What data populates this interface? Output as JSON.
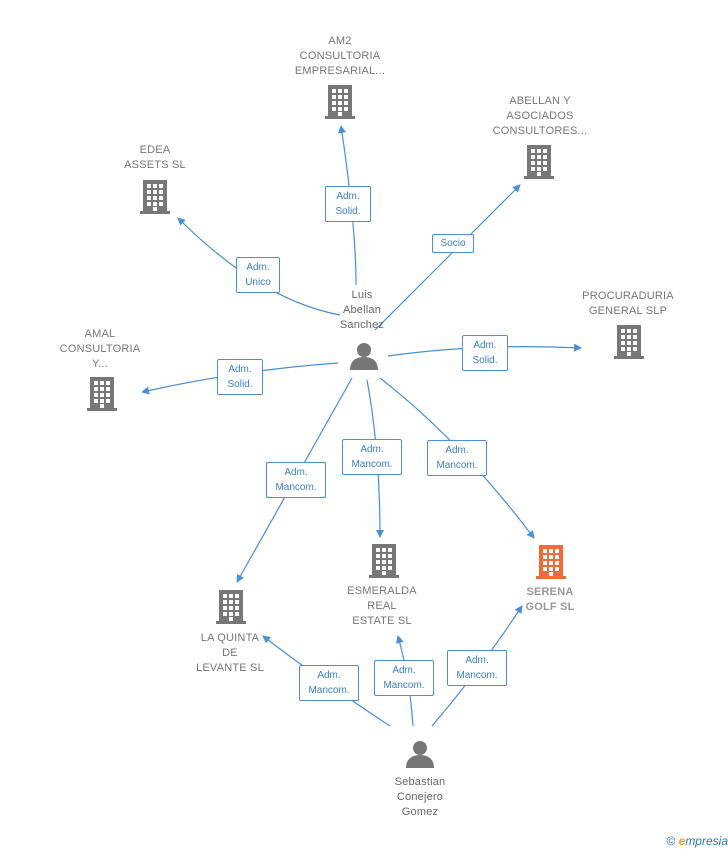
{
  "colors": {
    "edge": "#4a8fd9",
    "company": "#777777",
    "highlight": "#f26a35",
    "person": "#777777"
  },
  "nodes": {
    "luis": {
      "label": "Luis\nAbellan\nSanchez",
      "icon": "person-icon"
    },
    "sebastian": {
      "label": "Sebastian\nConejero\nGomez",
      "icon": "person-icon"
    },
    "am2": {
      "label": "AM2\nCONSULTORIA\nEMPRESARIAL...",
      "icon": "building-icon"
    },
    "abellan": {
      "label": "ABELLAN Y\nASOCIADOS\nCONSULTORES...",
      "icon": "building-icon"
    },
    "edea": {
      "label": "EDEA\nASSETS  SL",
      "icon": "building-icon"
    },
    "procuraduria": {
      "label": "PROCURADURIA\nGENERAL SLP",
      "icon": "building-icon"
    },
    "amal": {
      "label": "AMAL\nCONSULTORIA\nY...",
      "icon": "building-icon"
    },
    "esmeralda": {
      "label": "ESMERALDA\nREAL\nESTATE  SL",
      "icon": "building-icon"
    },
    "serena": {
      "label": "SERENA\nGOLF  SL",
      "icon": "building-icon"
    },
    "quinta": {
      "label": "LA QUINTA\nDE\nLEVANTE  SL",
      "icon": "building-icon"
    }
  },
  "edges": {
    "luis_am2": "Adm.\nSolid.",
    "luis_abellan": "Socio",
    "luis_edea": "Adm.\nUnico",
    "luis_procuraduria": "Adm.\nSolid.",
    "luis_amal": "Adm.\nSolid.",
    "luis_quinta": "Adm.\nMancom.",
    "luis_esmeralda": "Adm.\nMancom.",
    "luis_serena": "Adm.\nMancom.",
    "seb_quinta": "Adm.\nMancom.",
    "seb_esmeralda": "Adm.\nMancom.",
    "seb_serena": "Adm.\nMancom."
  },
  "footer": {
    "copyright": "©",
    "brand_initial": "e",
    "brand_rest": "mpresia"
  }
}
